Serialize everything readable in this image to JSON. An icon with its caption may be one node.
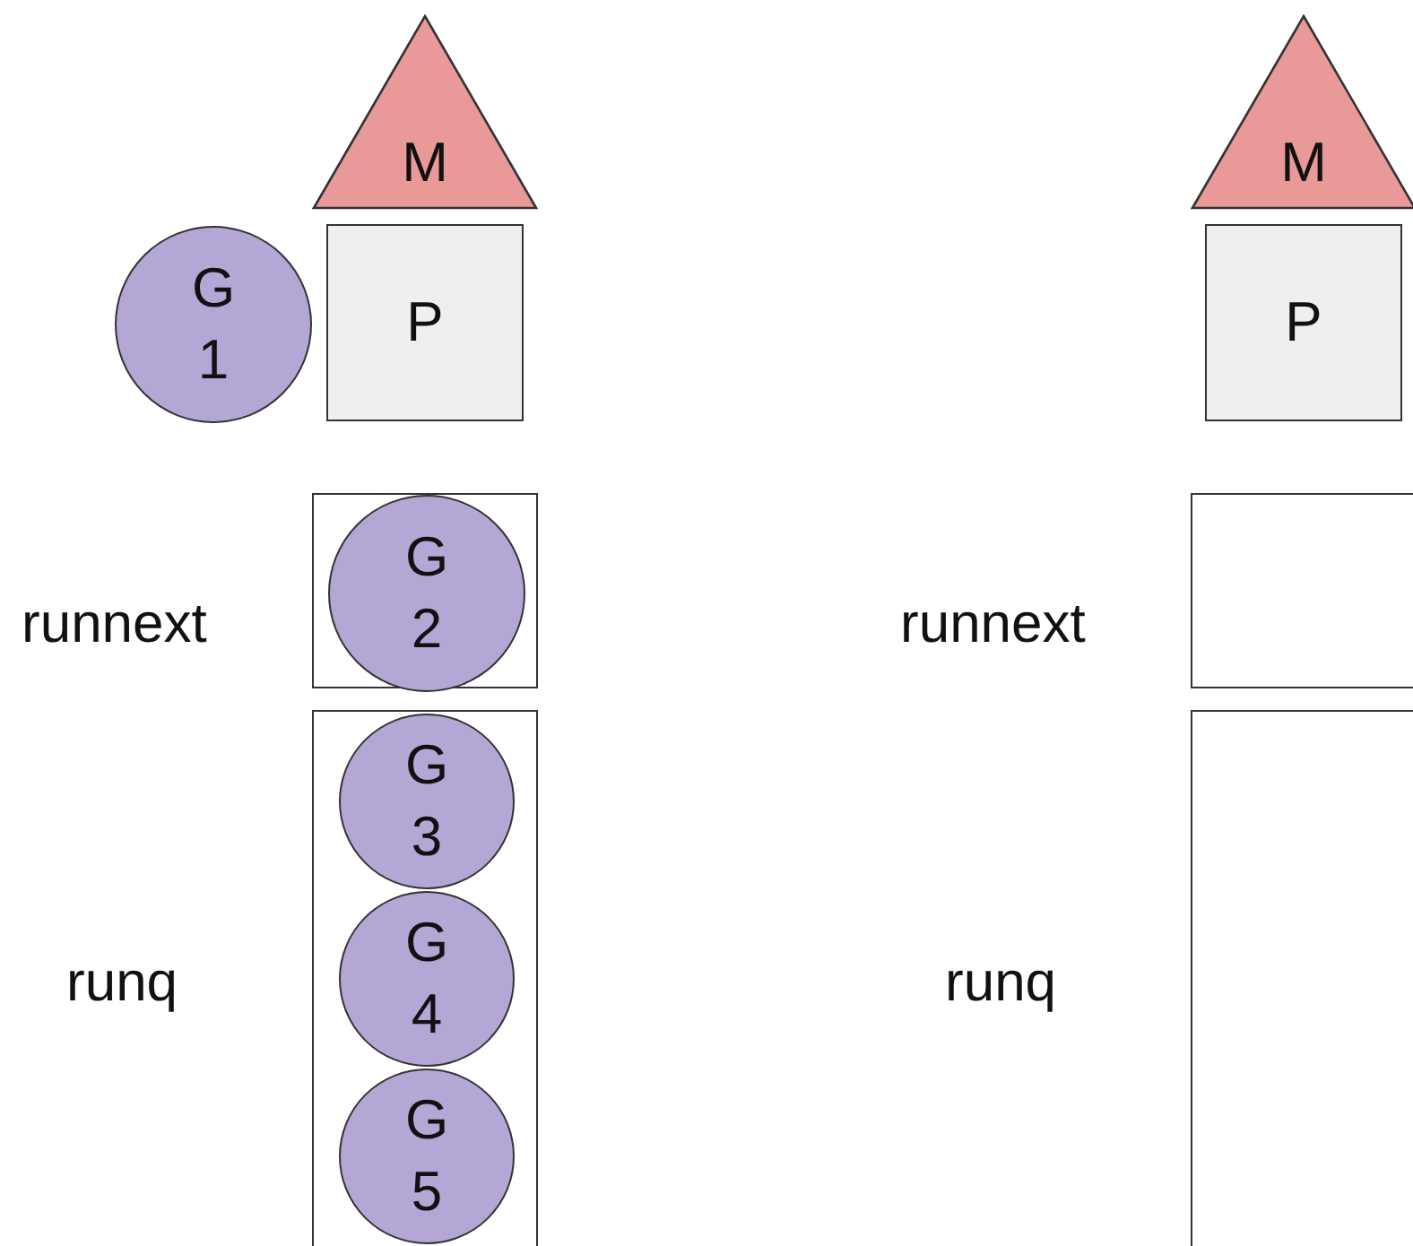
{
  "diagram": {
    "nodes": [
      {
        "text": [
          "M"
        ]
      },
      {
        "text": [
          "P"
        ]
      },
      {
        "text": [
          "G 1"
        ]
      },
      {
        "text": [],
        "shape": "box",
        "beside": [
          "runnext"
        ]
      },
      {
        "text": [
          "G 2"
        ],
        "in": 3
      },
      {
        "text": [],
        "shape": "box",
        "beside": [
          "runq"
        ]
      },
      {
        "text": [
          "G 3"
        ],
        "in": 5
      },
      {
        "text": [
          "G 4"
        ],
        "in": 5
      },
      {
        "text": [
          "G 5"
        ],
        "in": 5
      },
      {
        "text": [
          "M"
        ]
      },
      {
        "text": [
          "P"
        ]
      },
      {
        "text": [],
        "shape": "box",
        "beside": [
          "runnext"
        ]
      },
      {
        "text": [],
        "shape": "box",
        "beside": [
          "runq"
        ]
      }
    ]
  }
}
